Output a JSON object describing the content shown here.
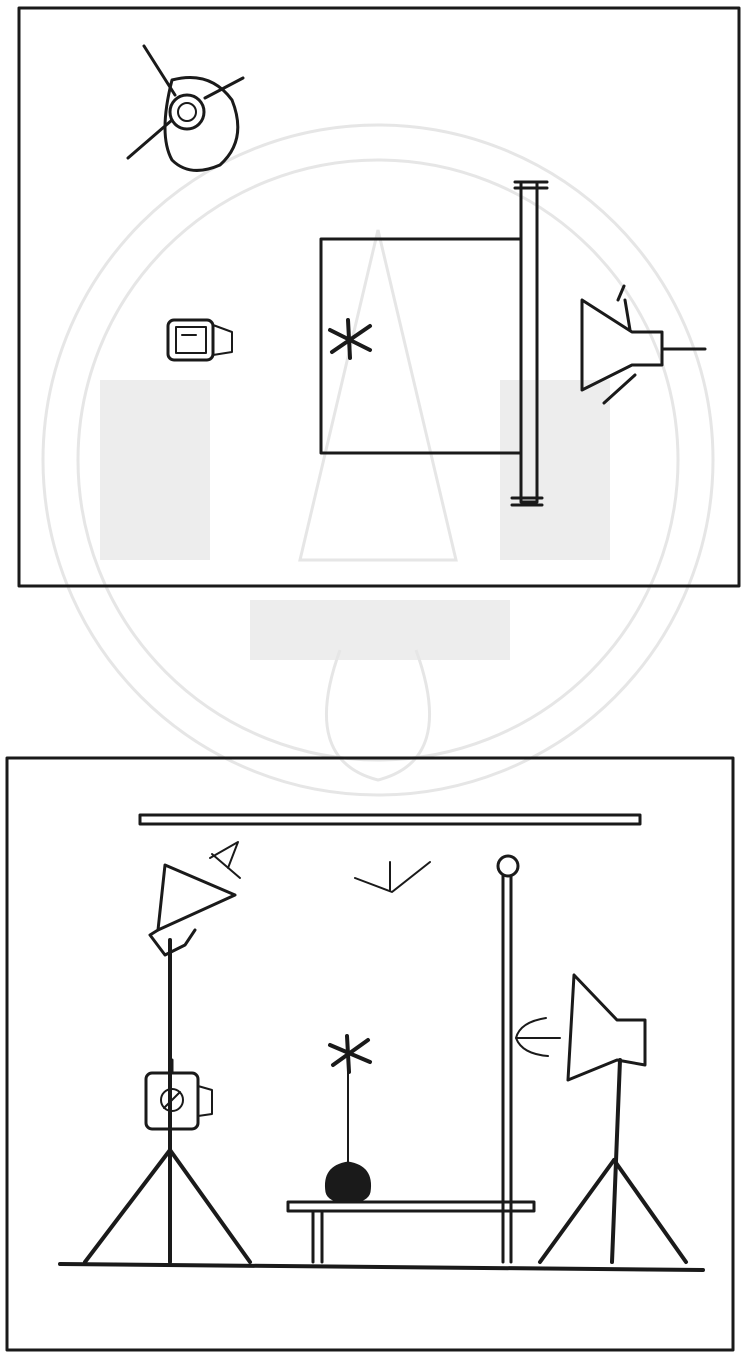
{
  "figure": {
    "panels": [
      {
        "id": "top",
        "view": "plan"
      },
      {
        "id": "bottom",
        "view": "elevation"
      }
    ]
  },
  "watermark": {
    "color": "#e6e6e6"
  },
  "colors": {
    "ink": "#1a1a1a",
    "background": "#ffffff",
    "subject_fill": "#2b2b2b"
  },
  "icons": {
    "key_light": "spotlight-icon",
    "back_light": "spotlight-icon",
    "camera": "camera-icon",
    "backdrop": "backdrop-stand-icon",
    "subject": "asterisk-subject-icon"
  }
}
